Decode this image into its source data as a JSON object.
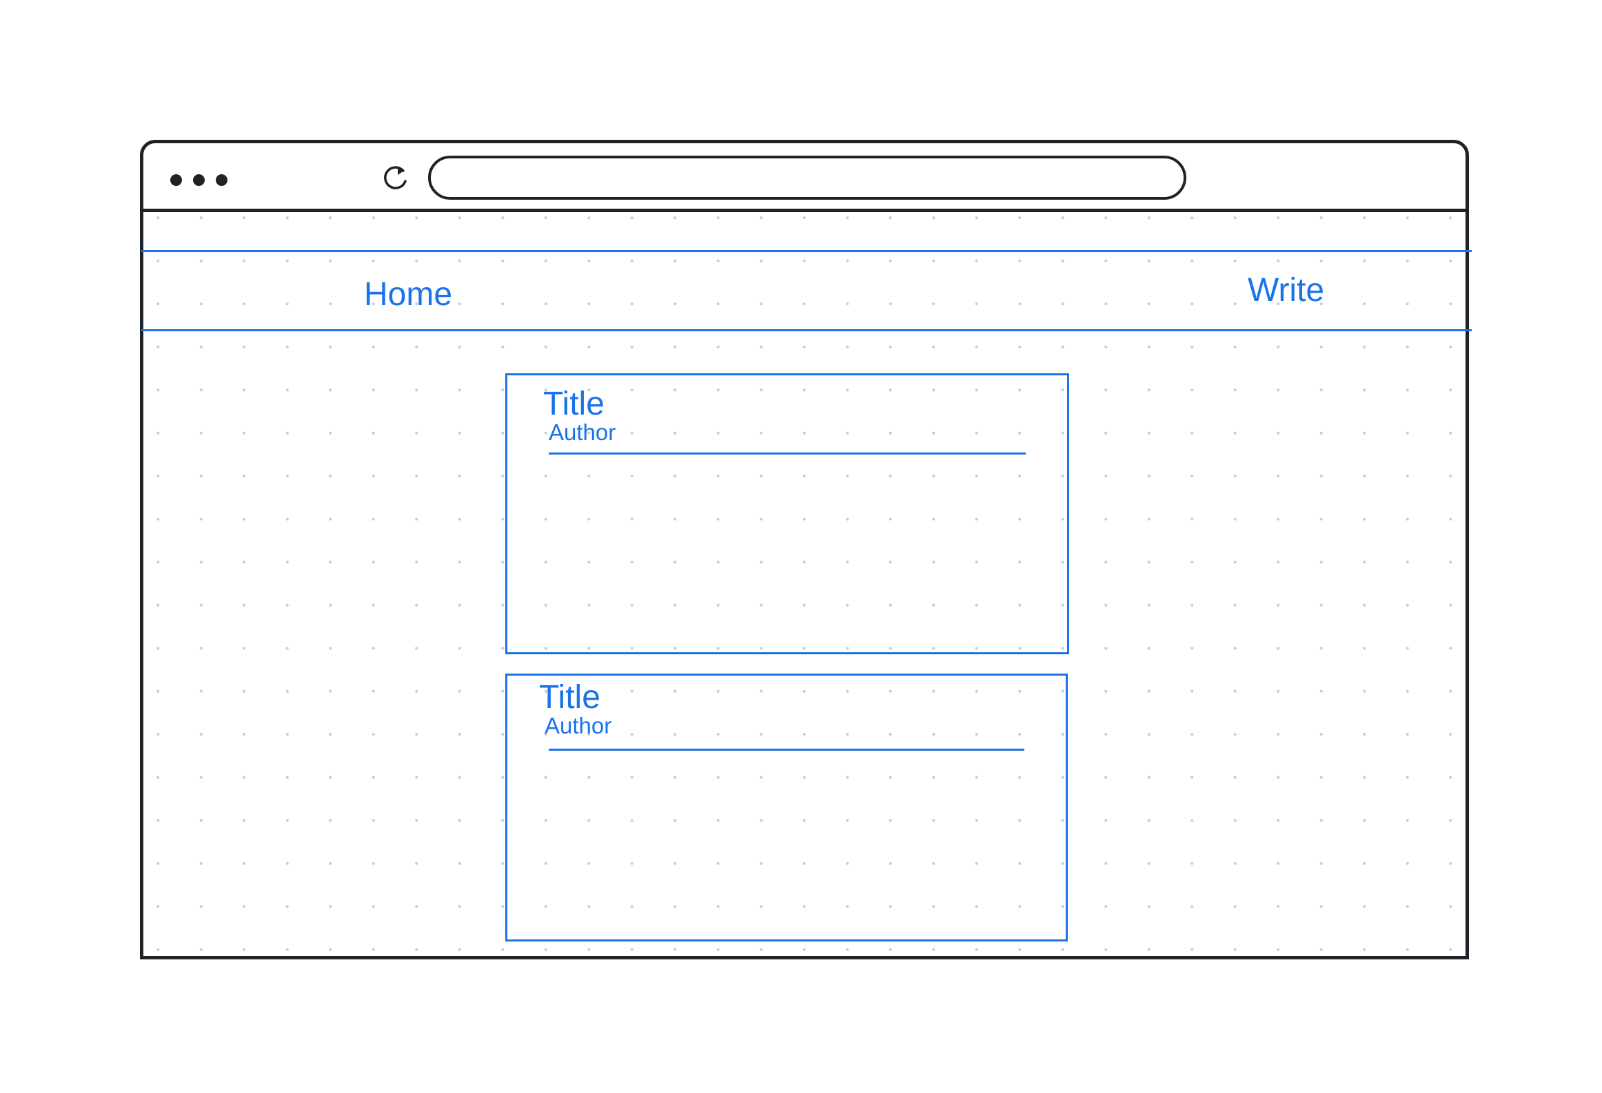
{
  "nav": {
    "home_label": "Home",
    "write_label": "Write"
  },
  "posts": [
    {
      "title": "Title",
      "author": "Author"
    },
    {
      "title": "Title",
      "author": "Author"
    }
  ],
  "colors": {
    "wireframe_blue": "#1a73e8",
    "frame_dark": "#1f2328",
    "grid_dot": "#c9cdd1"
  }
}
